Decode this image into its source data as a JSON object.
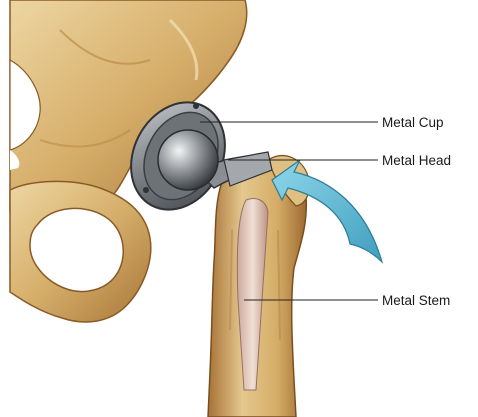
{
  "labels": {
    "cup": "Metal Cup",
    "head": "Metal Head",
    "stem": "Metal Stem"
  },
  "colors": {
    "bone_light": "#e3c68c",
    "bone_mid": "#c99a55",
    "bone_dark": "#8a5a26",
    "metal_light": "#d8dadc",
    "metal_mid": "#8e9296",
    "metal_dark": "#3e4246",
    "arrow": "#5ab8d4",
    "leader": "#222222"
  }
}
